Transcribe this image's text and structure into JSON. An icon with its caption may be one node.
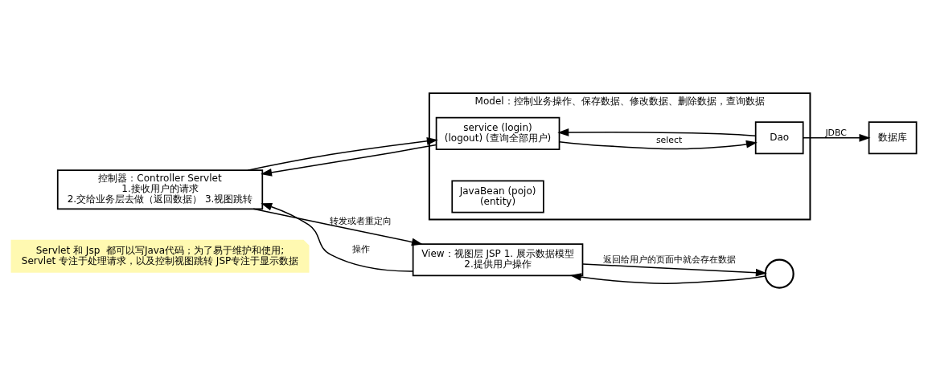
{
  "diagram": {
    "nodes": [
      {
        "text": [
          "Servlet 和 Jsp  都可以写Java代码；为了易于维护和使用; Servlet 专注于处理请求，以及控制视图跳转 JSP专注于显示数据"
        ]
      },
      {
        "text": [
          "控制器：Controller Servlet 1.接收用户的请求 2.交给业务层去做（返回数据） 3.视图跳转"
        ]
      },
      {
        "text": [
          "Model：控制业务操作、保存数据、修改数据、删除数据，查询数据"
        ]
      },
      {
        "text": [
          "service (login) (logout) (查询全部用户)"
        ],
        "in": 2
      },
      {
        "text": [
          "Dao"
        ],
        "in": 2
      },
      {
        "text": [
          "JavaBean (pojo) (entity)"
        ],
        "in": 2
      },
      {
        "text": [
          "数据库"
        ]
      },
      {
        "text": [
          "View：视图层 JSP 1. 展示数据模型 2.提供用户操作"
        ]
      },
      {
        "text": [],
        "shape": "person"
      }
    ],
    "edges": [
      {
        "from": 8,
        "to": 7,
        "arrow": "to"
      },
      {
        "from": 7,
        "to": 1,
        "arrow": "to",
        "label": "操作"
      },
      {
        "from": 1,
        "to": 7,
        "arrow": "to",
        "label": "转发或者重定向"
      },
      {
        "from": 1,
        "to": 3,
        "arrow": "to"
      },
      {
        "from": 3,
        "to": 1,
        "arrow": "to"
      },
      {
        "from": 3,
        "to": 4,
        "arrow": "to",
        "label": "select"
      },
      {
        "from": 4,
        "to": 3,
        "arrow": "to"
      },
      {
        "from": 4,
        "to": 6,
        "arrow": "to",
        "label": "JDBC"
      },
      {
        "from": 7,
        "to": 8,
        "arrow": "to",
        "label": "返回给用户的页面中就会存在数据"
      }
    ]
  }
}
